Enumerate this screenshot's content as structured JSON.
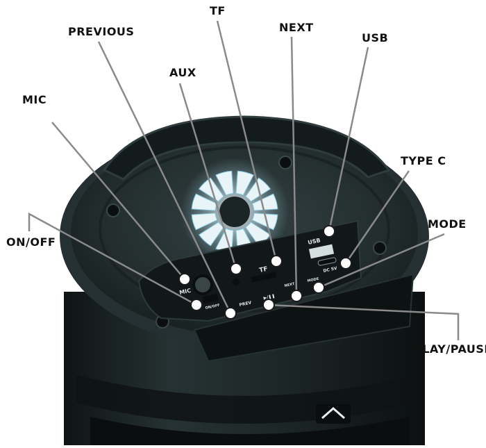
{
  "callouts": [
    {
      "id": "tf",
      "label": "TF"
    },
    {
      "id": "previous",
      "label": "PREVIOUS"
    },
    {
      "id": "next",
      "label": "NEXT"
    },
    {
      "id": "usb",
      "label": "USB"
    },
    {
      "id": "aux",
      "label": "AUX"
    },
    {
      "id": "mic",
      "label": "MIC"
    },
    {
      "id": "type-c",
      "label": "TYPE C"
    },
    {
      "id": "mode",
      "label": "MODE"
    },
    {
      "id": "on-off",
      "label": "ON/OFF"
    },
    {
      "id": "play-pause",
      "label": "PLAY/PAUSE"
    }
  ],
  "panel_labels": {
    "mic": "MIC",
    "tf": "TF",
    "usb": "USB",
    "dc": "DC 5V",
    "next": "NEXT",
    "mode": "MODE",
    "prev": "PREV",
    "play": "▶/❚❚",
    "onoff": "ON/OFF"
  },
  "colors": {
    "speaker_body": "#1c2526",
    "speaker_rim": "#2c3a3b",
    "led_ring": "#e8f4f8",
    "leader_line": "#8a8a8a",
    "marker": "#ffffff"
  }
}
